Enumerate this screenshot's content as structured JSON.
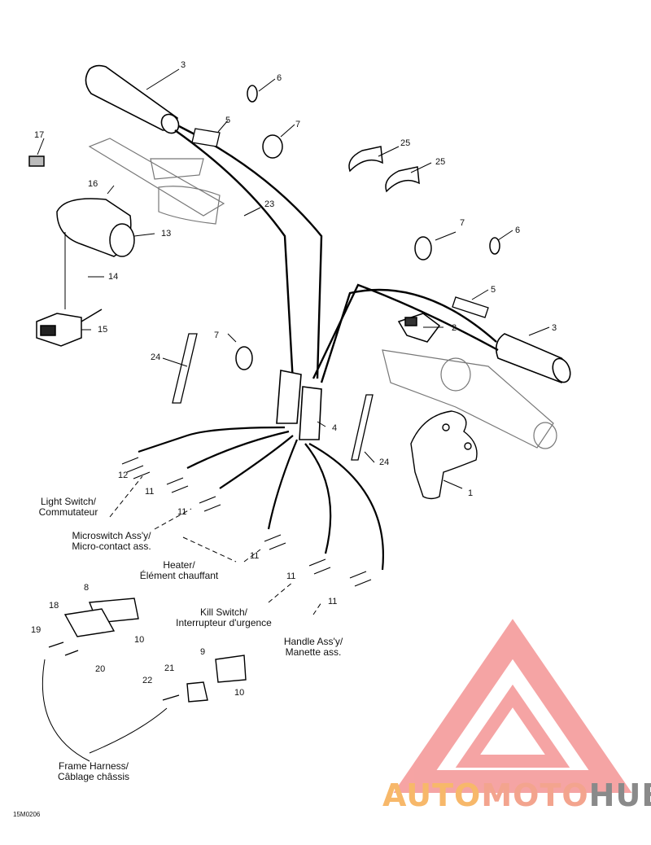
{
  "labels": {
    "light_switch": [
      "Light Switch/",
      "Commutateur"
    ],
    "microswitch": [
      "Microswitch Ass'y/",
      "Micro-contact ass."
    ],
    "heater": [
      "Heater/",
      "Élément chauffant"
    ],
    "kill_switch": [
      "Kill Switch/",
      "Interrupteur d'urgence"
    ],
    "handle": [
      "Handle Ass'y/",
      "Manette ass."
    ],
    "frame_harness": [
      "Frame Harness/",
      "Câblage châssis"
    ]
  },
  "part_numbers": {
    "n1": "1",
    "n2": "2",
    "n3a": "3",
    "n3b": "3",
    "n4": "4",
    "n5a": "5",
    "n5b": "5",
    "n6a": "6",
    "n6b": "6",
    "n7a": "7",
    "n7b": "7",
    "n7c": "7",
    "n8": "8",
    "n9": "9",
    "n10a": "10",
    "n10b": "10",
    "n11a": "11",
    "n11b": "11",
    "n11c": "11",
    "n11d": "11",
    "n11e": "11",
    "n12": "12",
    "n13": "13",
    "n14": "14",
    "n15": "15",
    "n16": "16",
    "n17": "17",
    "n18": "18",
    "n19": "19",
    "n20": "20",
    "n21": "21",
    "n22": "22",
    "n23": "23",
    "n24a": "24",
    "n24b": "24",
    "n25a": "25",
    "n25b": "25"
  },
  "drawing_code": "15M0206",
  "watermark": {
    "part1": "AUTO",
    "part2": "MOTO",
    "part3": "HUB",
    "logo_color": "#f08a8a"
  }
}
